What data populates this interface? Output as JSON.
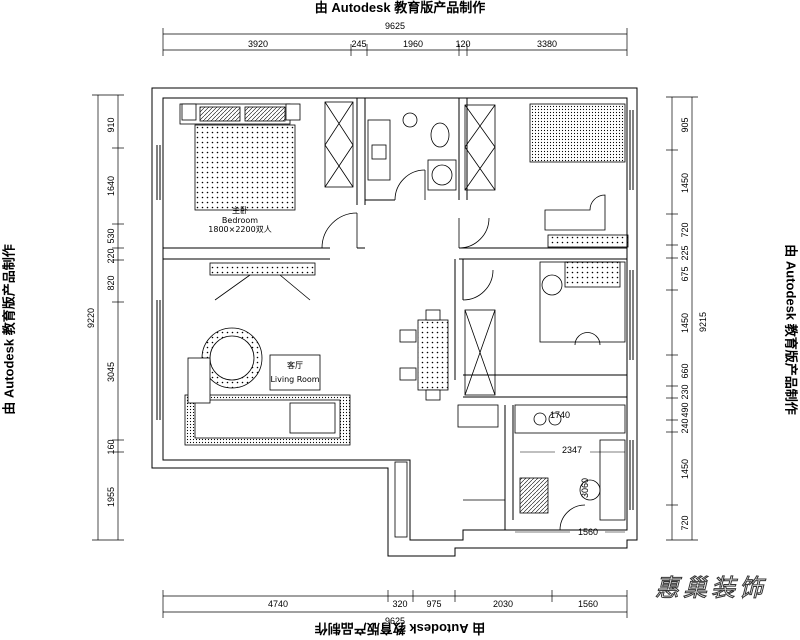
{
  "watermark": "由 Autodesk 教育版产品制作",
  "brand": "惠巢装饰",
  "dims_top": {
    "total": "9625",
    "segments": [
      "3920",
      "245",
      "1960",
      "120",
      "3380"
    ]
  },
  "dims_bottom": {
    "total": "9625",
    "segments": [
      "4740",
      "320",
      "975",
      "2030",
      "1560"
    ]
  },
  "dims_left": {
    "total": "9220",
    "segments": [
      "910",
      "1640",
      "530",
      "220",
      "820",
      "3045",
      "160",
      "1955"
    ]
  },
  "dims_right": {
    "total": "9215",
    "segments": [
      "905",
      "1450",
      "720",
      "225",
      "675",
      "1450",
      "660",
      "230",
      "490",
      "240",
      "1450",
      "720"
    ]
  },
  "rooms": {
    "master_cn": "主卧",
    "master_en": "Bedroom",
    "master_bed": "1800×2200双人",
    "living_cn": "客厅",
    "living_en": "Living Room"
  },
  "inner_dims": {
    "kitchen_top": "1740",
    "kitchen_width": "2347",
    "kitchen_vertical": "3060",
    "kitchen_bottom": "1560"
  }
}
